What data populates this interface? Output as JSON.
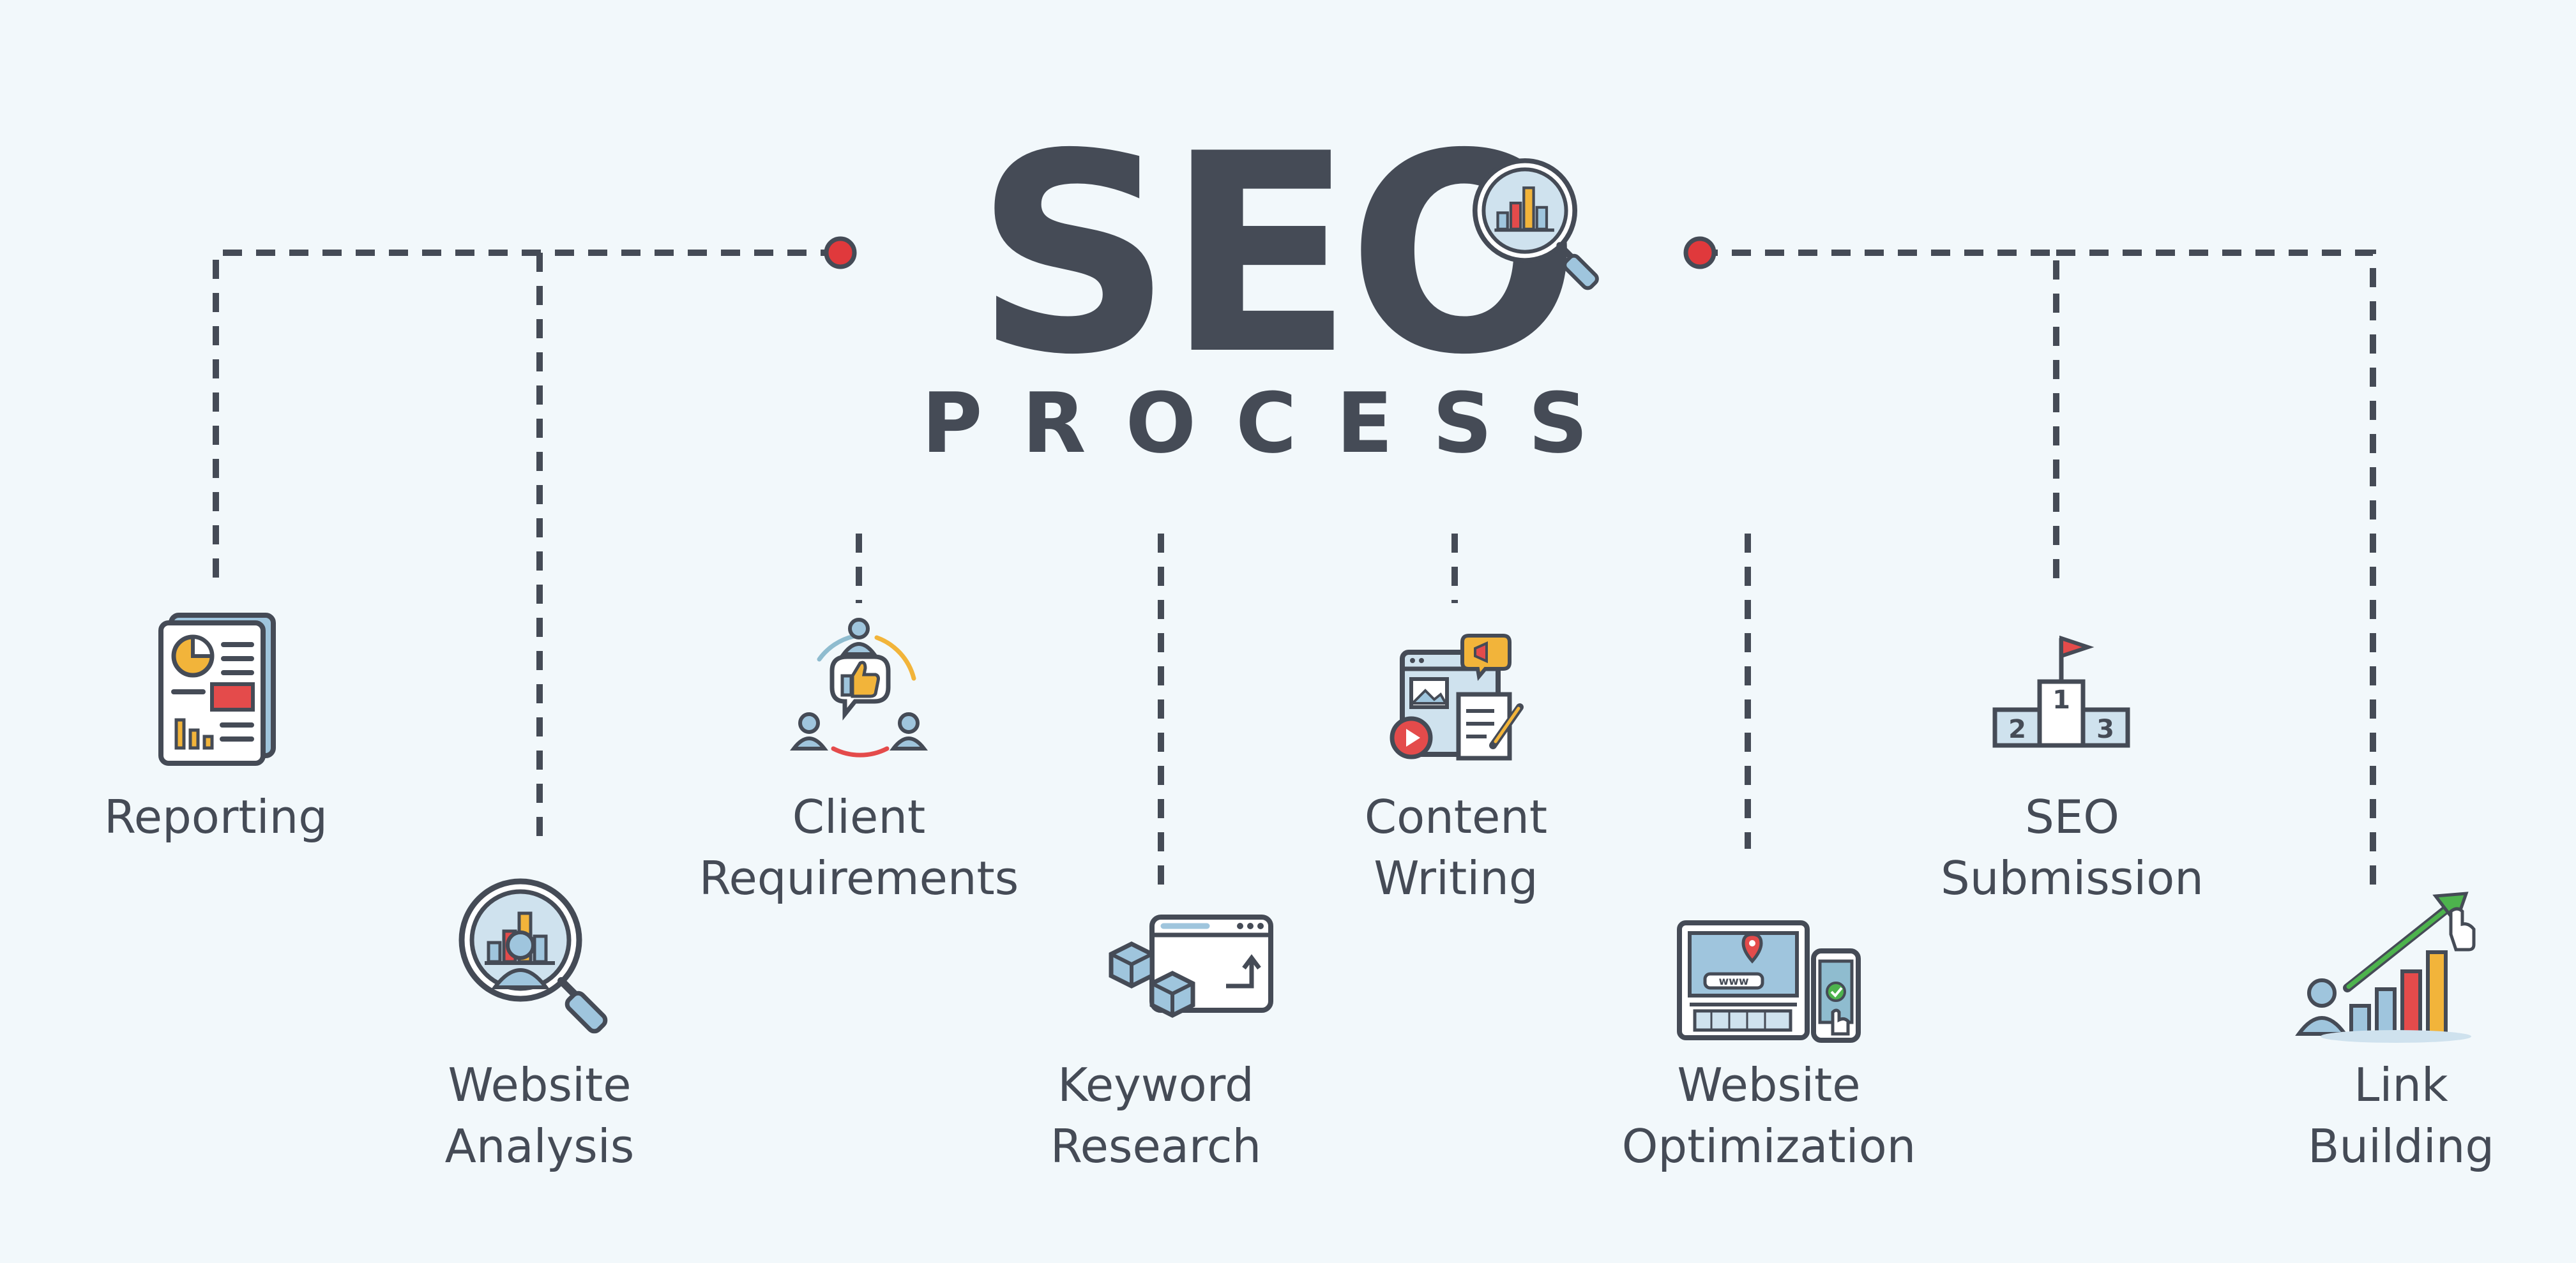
{
  "title": {
    "main": "SEO",
    "subtitle": "PROCESS"
  },
  "colors": {
    "background": "#f2f8fb",
    "ink": "#454b56",
    "dot": "#e0393c",
    "red": "#e44b4b",
    "orange": "#f2b43a",
    "blue": "#9fc5dd",
    "light_blue": "#cfe2ee",
    "teal": "#8fbccf"
  },
  "steps": [
    {
      "id": "reporting",
      "icon": "report-document-icon",
      "lines": [
        "Reporting"
      ]
    },
    {
      "id": "website-analysis",
      "icon": "magnifier-user-icon",
      "lines": [
        "Website",
        "Analysis"
      ]
    },
    {
      "id": "client-requirements",
      "icon": "client-feedback-icon",
      "lines": [
        "Client",
        "Requirements"
      ]
    },
    {
      "id": "keyword-research",
      "icon": "browser-cubes-icon",
      "lines": [
        "Keyword",
        "Research"
      ]
    },
    {
      "id": "content-writing",
      "icon": "content-media-icon",
      "lines": [
        "Content",
        "Writing"
      ]
    },
    {
      "id": "website-optimization",
      "icon": "computer-phone-icon",
      "lines": [
        "Website",
        "Optimization"
      ]
    },
    {
      "id": "seo-submission",
      "icon": "podium-flag-icon",
      "lines": [
        "SEO",
        "Submission"
      ]
    },
    {
      "id": "link-building",
      "icon": "growth-chart-icon",
      "lines": [
        "Link",
        "Building"
      ]
    }
  ]
}
